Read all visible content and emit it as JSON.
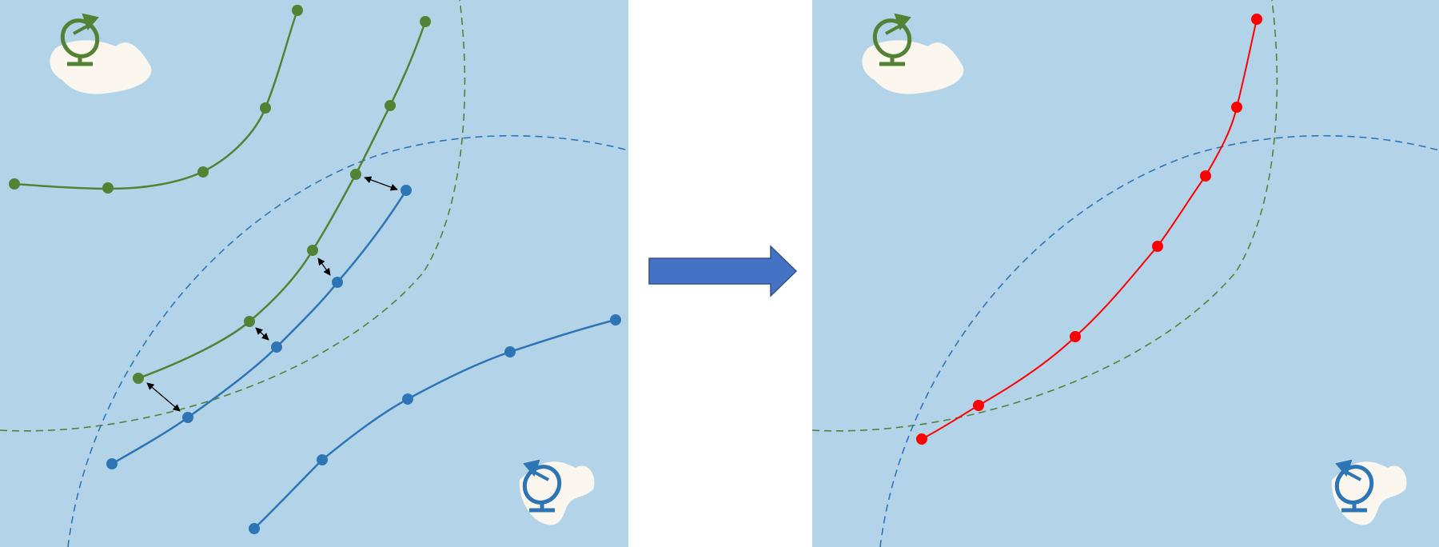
{
  "colors": {
    "water": "#b3d4e8",
    "background": "#ffffff",
    "green": "#548235",
    "blue": "#2e75b6",
    "fused": "#ff0000",
    "island": "#fbf6ee",
    "arrow": "#4472c4",
    "arrow_border": "#2f528f",
    "link": "#000000"
  },
  "icons": {
    "green_station": "radar-dish-icon",
    "blue_station": "radar-dish-icon",
    "transition": "right-arrow-icon"
  },
  "panels": {
    "left": {
      "role": "separate radar tracks",
      "green_tracks": 2,
      "blue_tracks": 2,
      "association_links": 4
    },
    "right": {
      "role": "fused track",
      "fused_points": 7
    }
  }
}
